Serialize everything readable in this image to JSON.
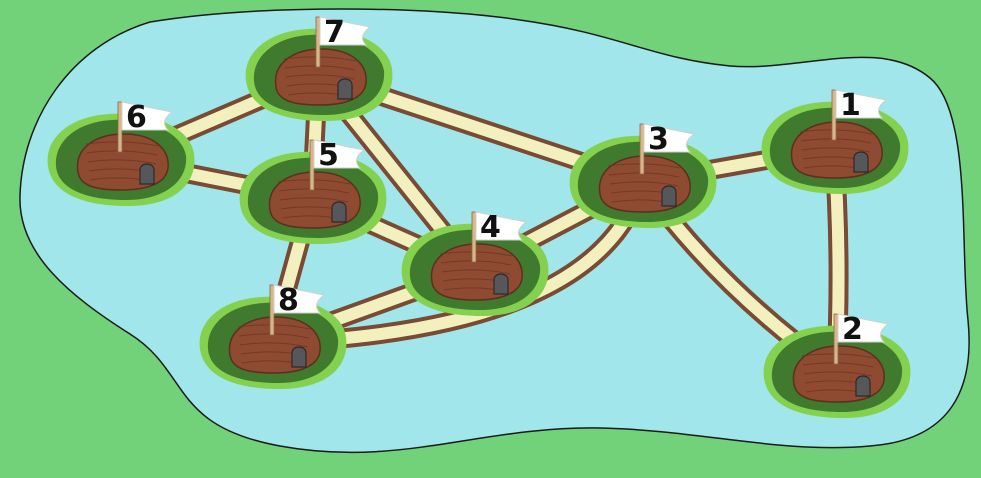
{
  "colors": {
    "grass": "#72d27a",
    "water": "#a0e6ea",
    "bridge_edge": "#7a4a33",
    "bridge_deck": "#f3f0bf",
    "island_outer": "#83d14e",
    "island_inner": "#3f7a2e",
    "mound": "#8e4b32",
    "door": "#55575a",
    "flag": "#ffffff"
  },
  "islands": [
    {
      "id": "7",
      "label": "7",
      "icon": "island-with-flag"
    },
    {
      "id": "6",
      "label": "6",
      "icon": "island-with-flag"
    },
    {
      "id": "5",
      "label": "5",
      "icon": "island-with-flag"
    },
    {
      "id": "4",
      "label": "4",
      "icon": "island-with-flag"
    },
    {
      "id": "3",
      "label": "3",
      "icon": "island-with-flag"
    },
    {
      "id": "1",
      "label": "1",
      "icon": "island-with-flag"
    },
    {
      "id": "8",
      "label": "8",
      "icon": "island-with-flag"
    },
    {
      "id": "2",
      "label": "2",
      "icon": "island-with-flag"
    }
  ],
  "bridges": [
    {
      "from": "6",
      "to": "7"
    },
    {
      "from": "6",
      "to": "5"
    },
    {
      "from": "7",
      "to": "5"
    },
    {
      "from": "7",
      "to": "4"
    },
    {
      "from": "7",
      "to": "3"
    },
    {
      "from": "5",
      "to": "4"
    },
    {
      "from": "5",
      "to": "8"
    },
    {
      "from": "4",
      "to": "8"
    },
    {
      "from": "4",
      "to": "3"
    },
    {
      "from": "3",
      "to": "1"
    },
    {
      "from": "3",
      "to": "8"
    },
    {
      "from": "3",
      "to": "2"
    },
    {
      "from": "1",
      "to": "2"
    }
  ]
}
